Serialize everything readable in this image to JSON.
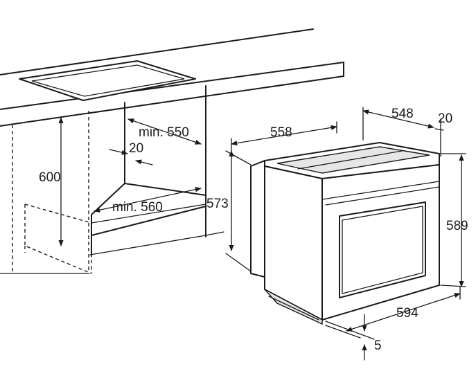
{
  "dimensions": {
    "cabinet_height": "600",
    "cabinet_depth": "min. 550",
    "back_gap": "20",
    "cabinet_width": "min. 560",
    "oven_depth_total": "558",
    "oven_depth_body": "548",
    "front_panel": "20",
    "oven_height_body": "573",
    "oven_height_total": "589",
    "oven_width": "594",
    "bottom_gap": "5"
  }
}
